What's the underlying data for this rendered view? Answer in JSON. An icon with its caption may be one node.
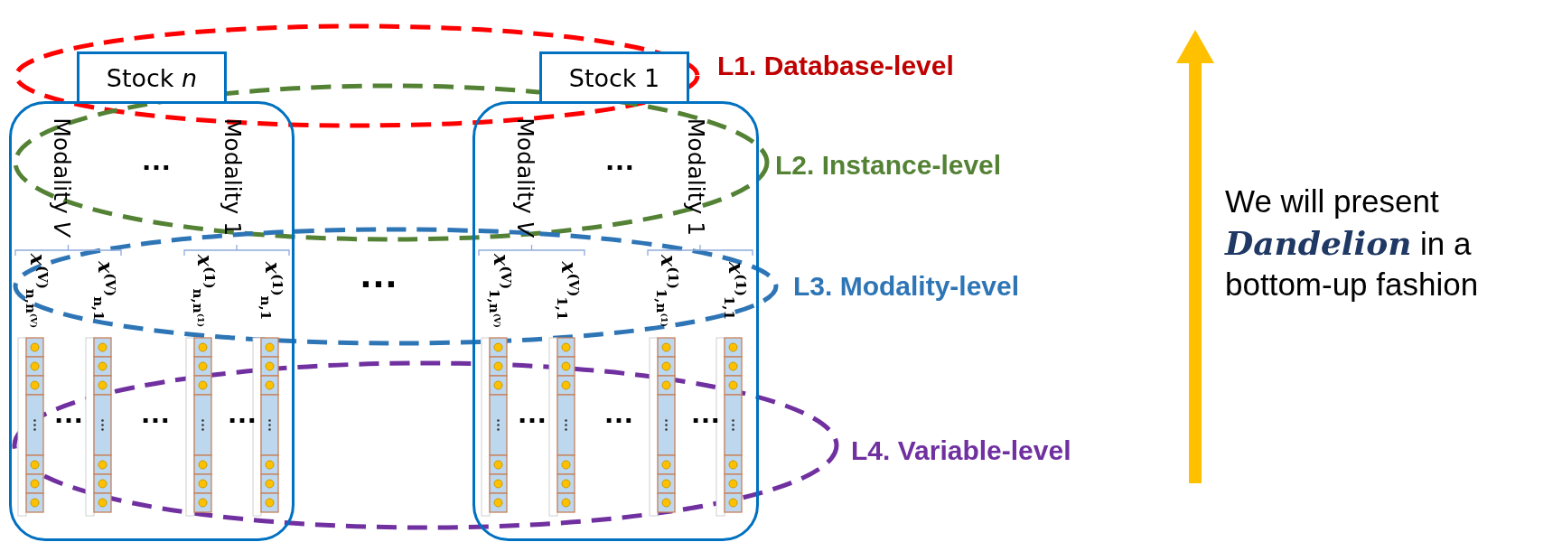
{
  "diagram": {
    "nodes": [
      {
        "text": [
          "Stock *n*"
        ]
      },
      {
        "text": [
          "Modality *V*",
          "…",
          "Modality 1",
          "*x*$^{(V)}$$_{n,n⁽ⱽ⁾}$",
          "*x*$^{(V)}$$_{n,1}$",
          "*x*$^{(1)}$$_{n,n⁽¹⁾}$",
          "*x*$^{(1)}$$_{n,1}$",
          "…",
          "…",
          "…"
        ]
      },
      {
        "text": [
          "Stock 1"
        ]
      },
      {
        "text": [
          "Modality *V*",
          "…",
          "Modality 1",
          "*x*$^{(V)}$$_{1,n⁽ⱽ⁾}$",
          "*x*$^{(V)}$$_{1,1}$",
          "*x*$^{(1)}$$_{1,n⁽¹⁾}$",
          "*x*$^{(1)}$$_{1,1}$",
          "…",
          "…",
          "…"
        ]
      }
    ],
    "edges": [],
    "labels": [
      "L1. Database-level",
      "L2. Instance-level",
      "…",
      "L3. Modality-level",
      "L4. Variable-level",
      "We will present **Dandelion** in a bottom-up fashion"
    ]
  }
}
